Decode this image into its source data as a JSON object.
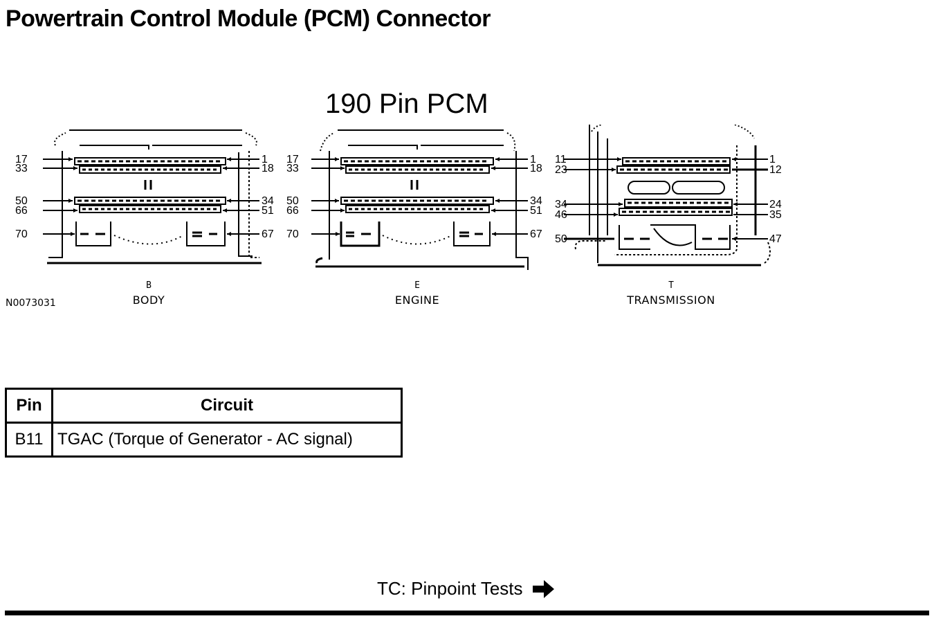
{
  "page": {
    "title": "Powertrain Control Module (PCM) Connector"
  },
  "diagram": {
    "title": "190 Pin PCM",
    "figure_id": "N0073031",
    "connectors": [
      {
        "letter": "B",
        "name": "BODY",
        "left_labels": [
          "17",
          "33",
          "50",
          "66",
          "70"
        ],
        "right_labels": [
          "1",
          "18",
          "34",
          "51",
          "67"
        ]
      },
      {
        "letter": "E",
        "name": "ENGINE",
        "left_labels": [
          "17",
          "33",
          "50",
          "66",
          "70"
        ],
        "right_labels": [
          "1",
          "18",
          "34",
          "51",
          "67"
        ]
      },
      {
        "letter": "T",
        "name": "TRANSMISSION",
        "left_labels": [
          "11",
          "23",
          "34",
          "46",
          "50"
        ],
        "right_labels": [
          "1",
          "12",
          "24",
          "35",
          "47"
        ]
      }
    ]
  },
  "table": {
    "headers": [
      "Pin",
      "Circuit"
    ],
    "rows": [
      [
        "B11",
        "TGAC (Torque of Generator - AC signal)"
      ]
    ]
  },
  "footer": {
    "link_label": "TC: Pinpoint Tests",
    "link_icon": "right-arrow-icon"
  }
}
